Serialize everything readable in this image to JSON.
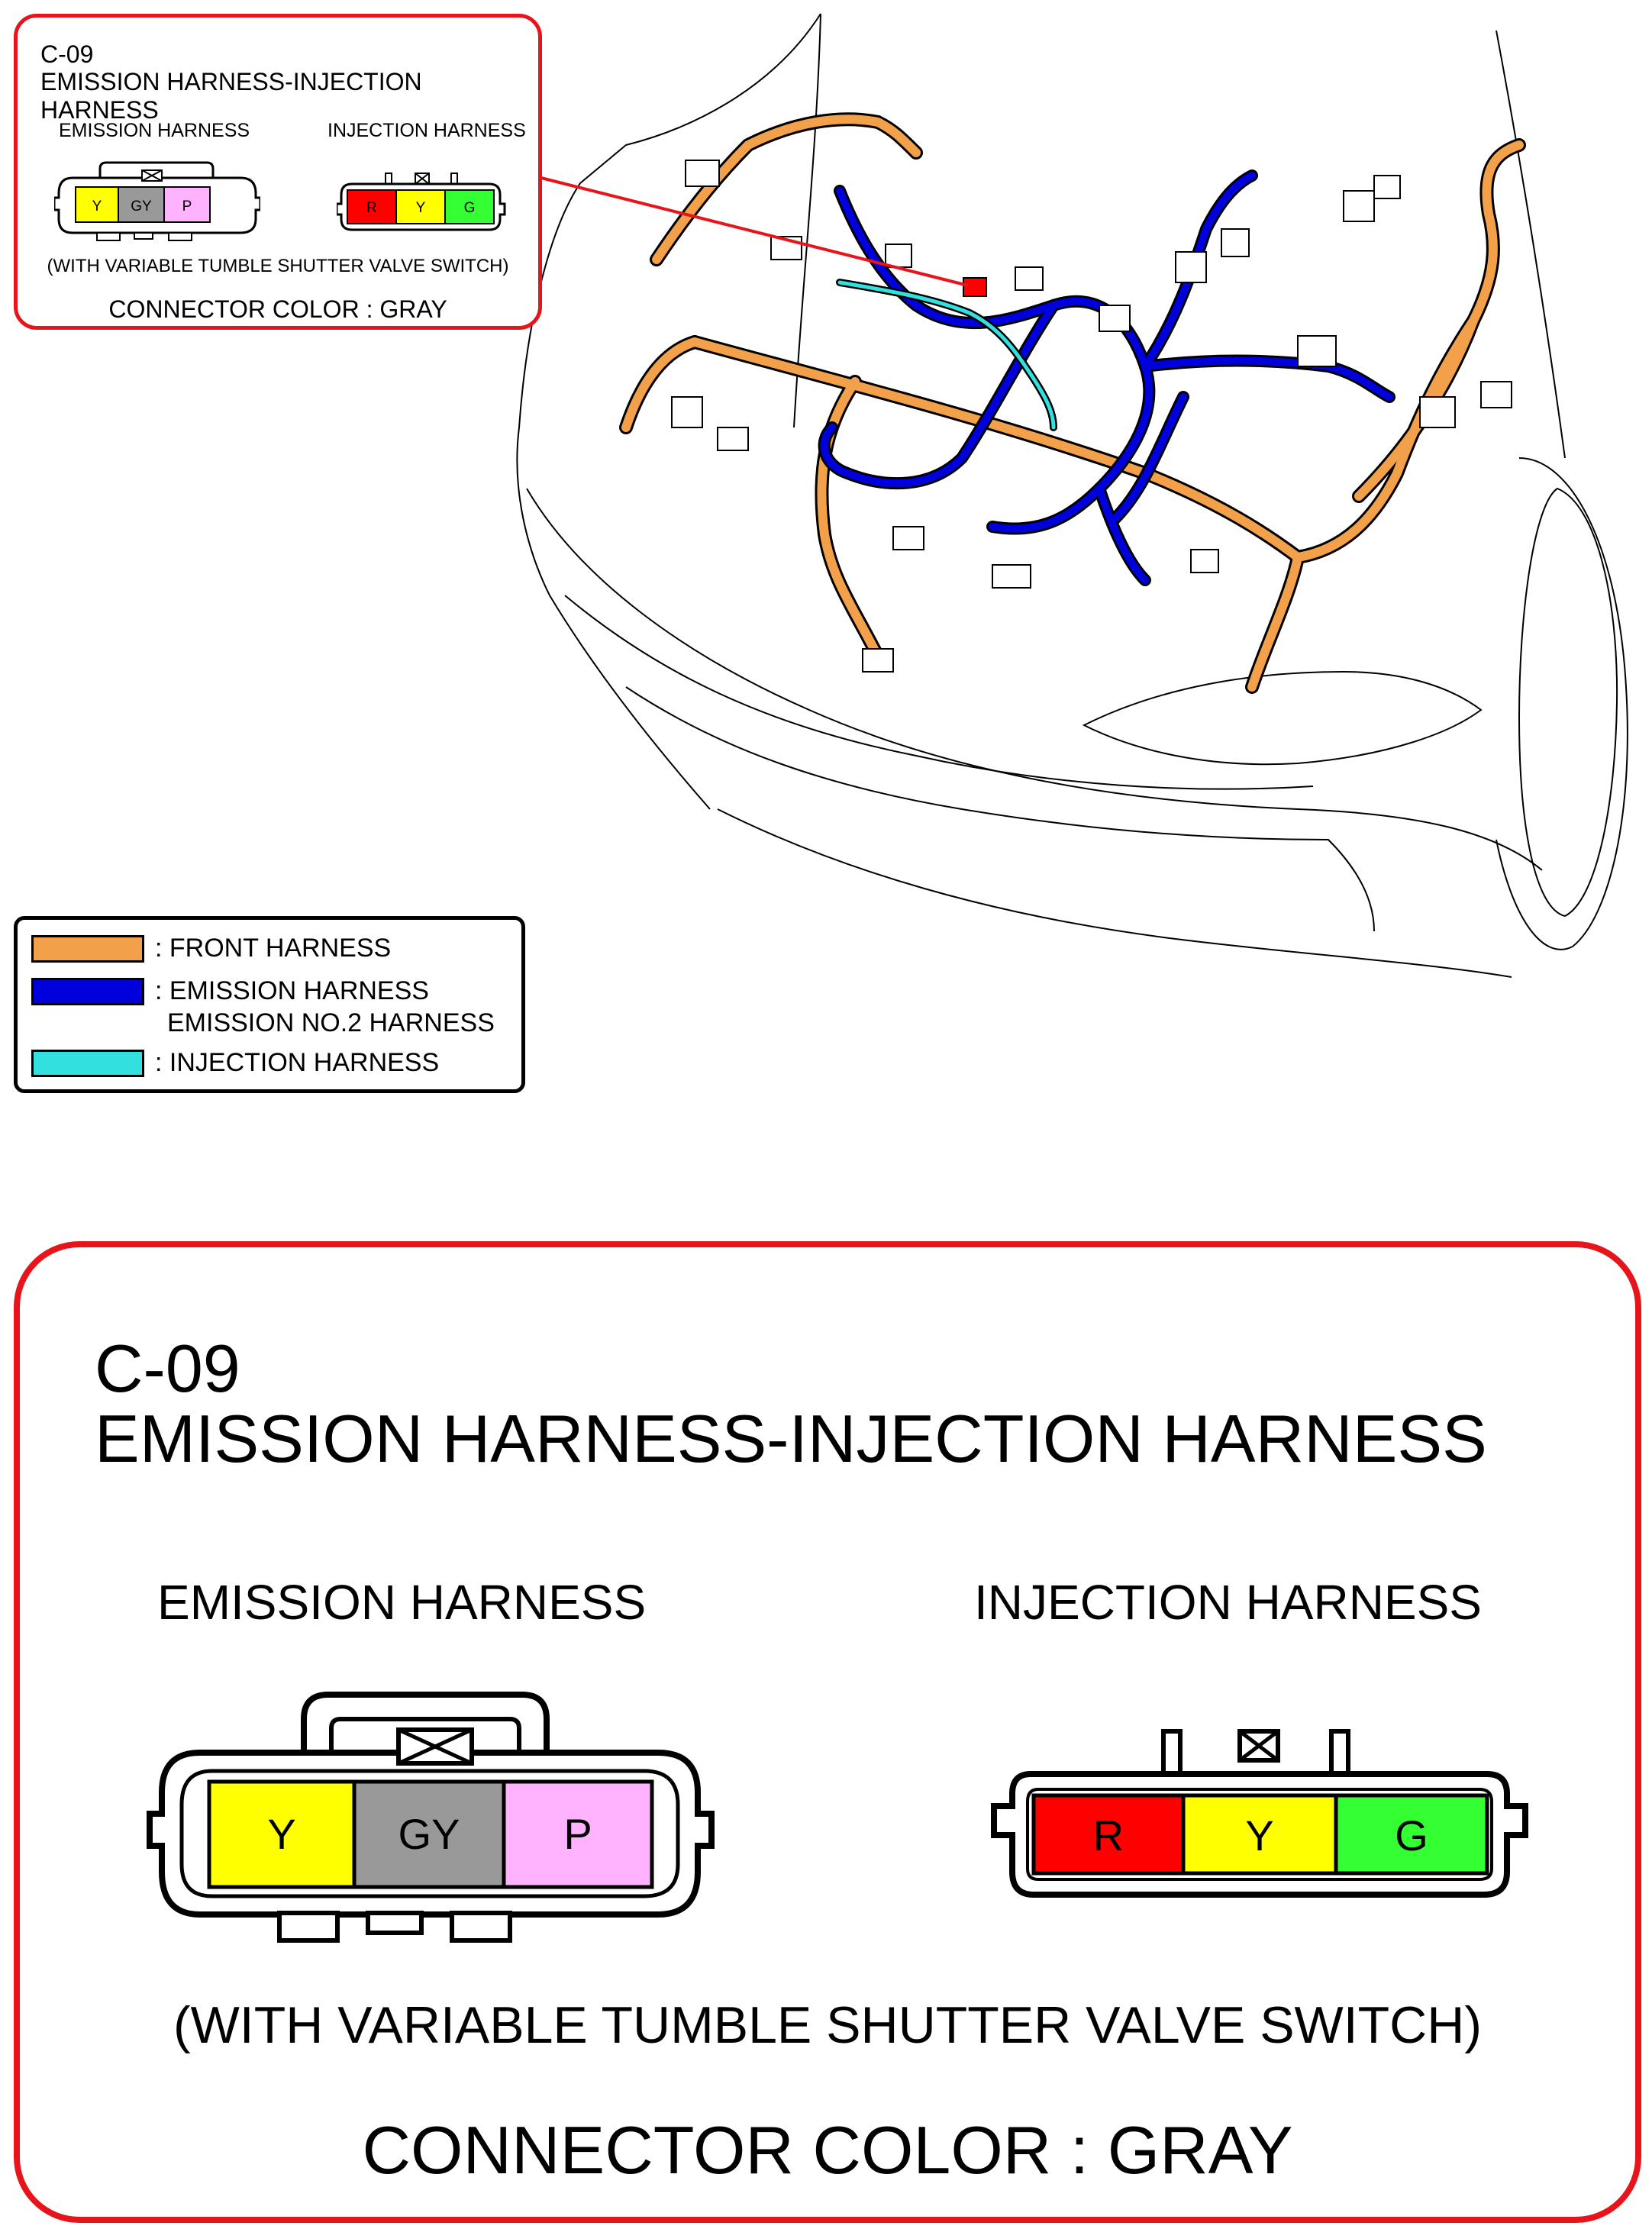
{
  "connector": {
    "code": "C-09",
    "title": "EMISSION HARNESS-INJECTION HARNESS",
    "left_label": "EMISSION HARNESS",
    "right_label": "INJECTION HARNESS",
    "note": "(WITH VARIABLE TUMBLE SHUTTER VALVE SWITCH)",
    "color_line": "CONNECTOR COLOR : GRAY",
    "emission_pins": [
      {
        "label": "Y",
        "color": "#ffff00"
      },
      {
        "label": "GY",
        "color": "#999999"
      },
      {
        "label": "P",
        "color": "#ffb3ff"
      }
    ],
    "injection_pins": [
      {
        "label": "R",
        "color": "#ff0000"
      },
      {
        "label": "Y",
        "color": "#ffff00"
      },
      {
        "label": "G",
        "color": "#33ff33"
      }
    ]
  },
  "legend": [
    {
      "label": ": FRONT HARNESS",
      "color": "#f2a04a"
    },
    {
      "label": ": EMISSION HARNESS",
      "label2": "EMISSION NO.2 HARNESS",
      "color": "#0000dd"
    },
    {
      "label": ": INJECTION HARNESS",
      "color": "#33e0e0"
    }
  ],
  "colors": {
    "panel_border": "#e8141b",
    "front_harness": "#f2a04a",
    "emission_harness": "#0000dd",
    "injection_harness": "#33e0e0",
    "marker": "#ff0000"
  },
  "icons": [
    "blocked-pin-icon"
  ]
}
